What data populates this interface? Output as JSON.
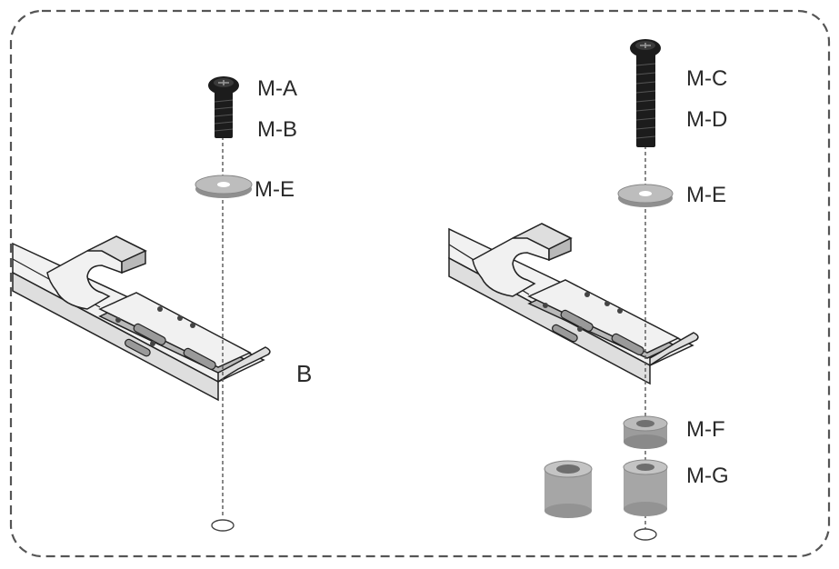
{
  "diagram": {
    "labels": {
      "left_screw_head": "M-A",
      "left_screw_body": "M-B",
      "left_washer": "M-E",
      "rail": "B",
      "right_screw_head": "M-C",
      "right_screw_body": "M-D",
      "right_washer": "M-E",
      "spacer_short": "M-F",
      "spacer_tall": "M-G"
    },
    "colors": {
      "border": "#555555",
      "hardware_dark": "#1c1c1c",
      "washer": "#bdbdbd",
      "spacer": "#a6a6a6"
    }
  }
}
